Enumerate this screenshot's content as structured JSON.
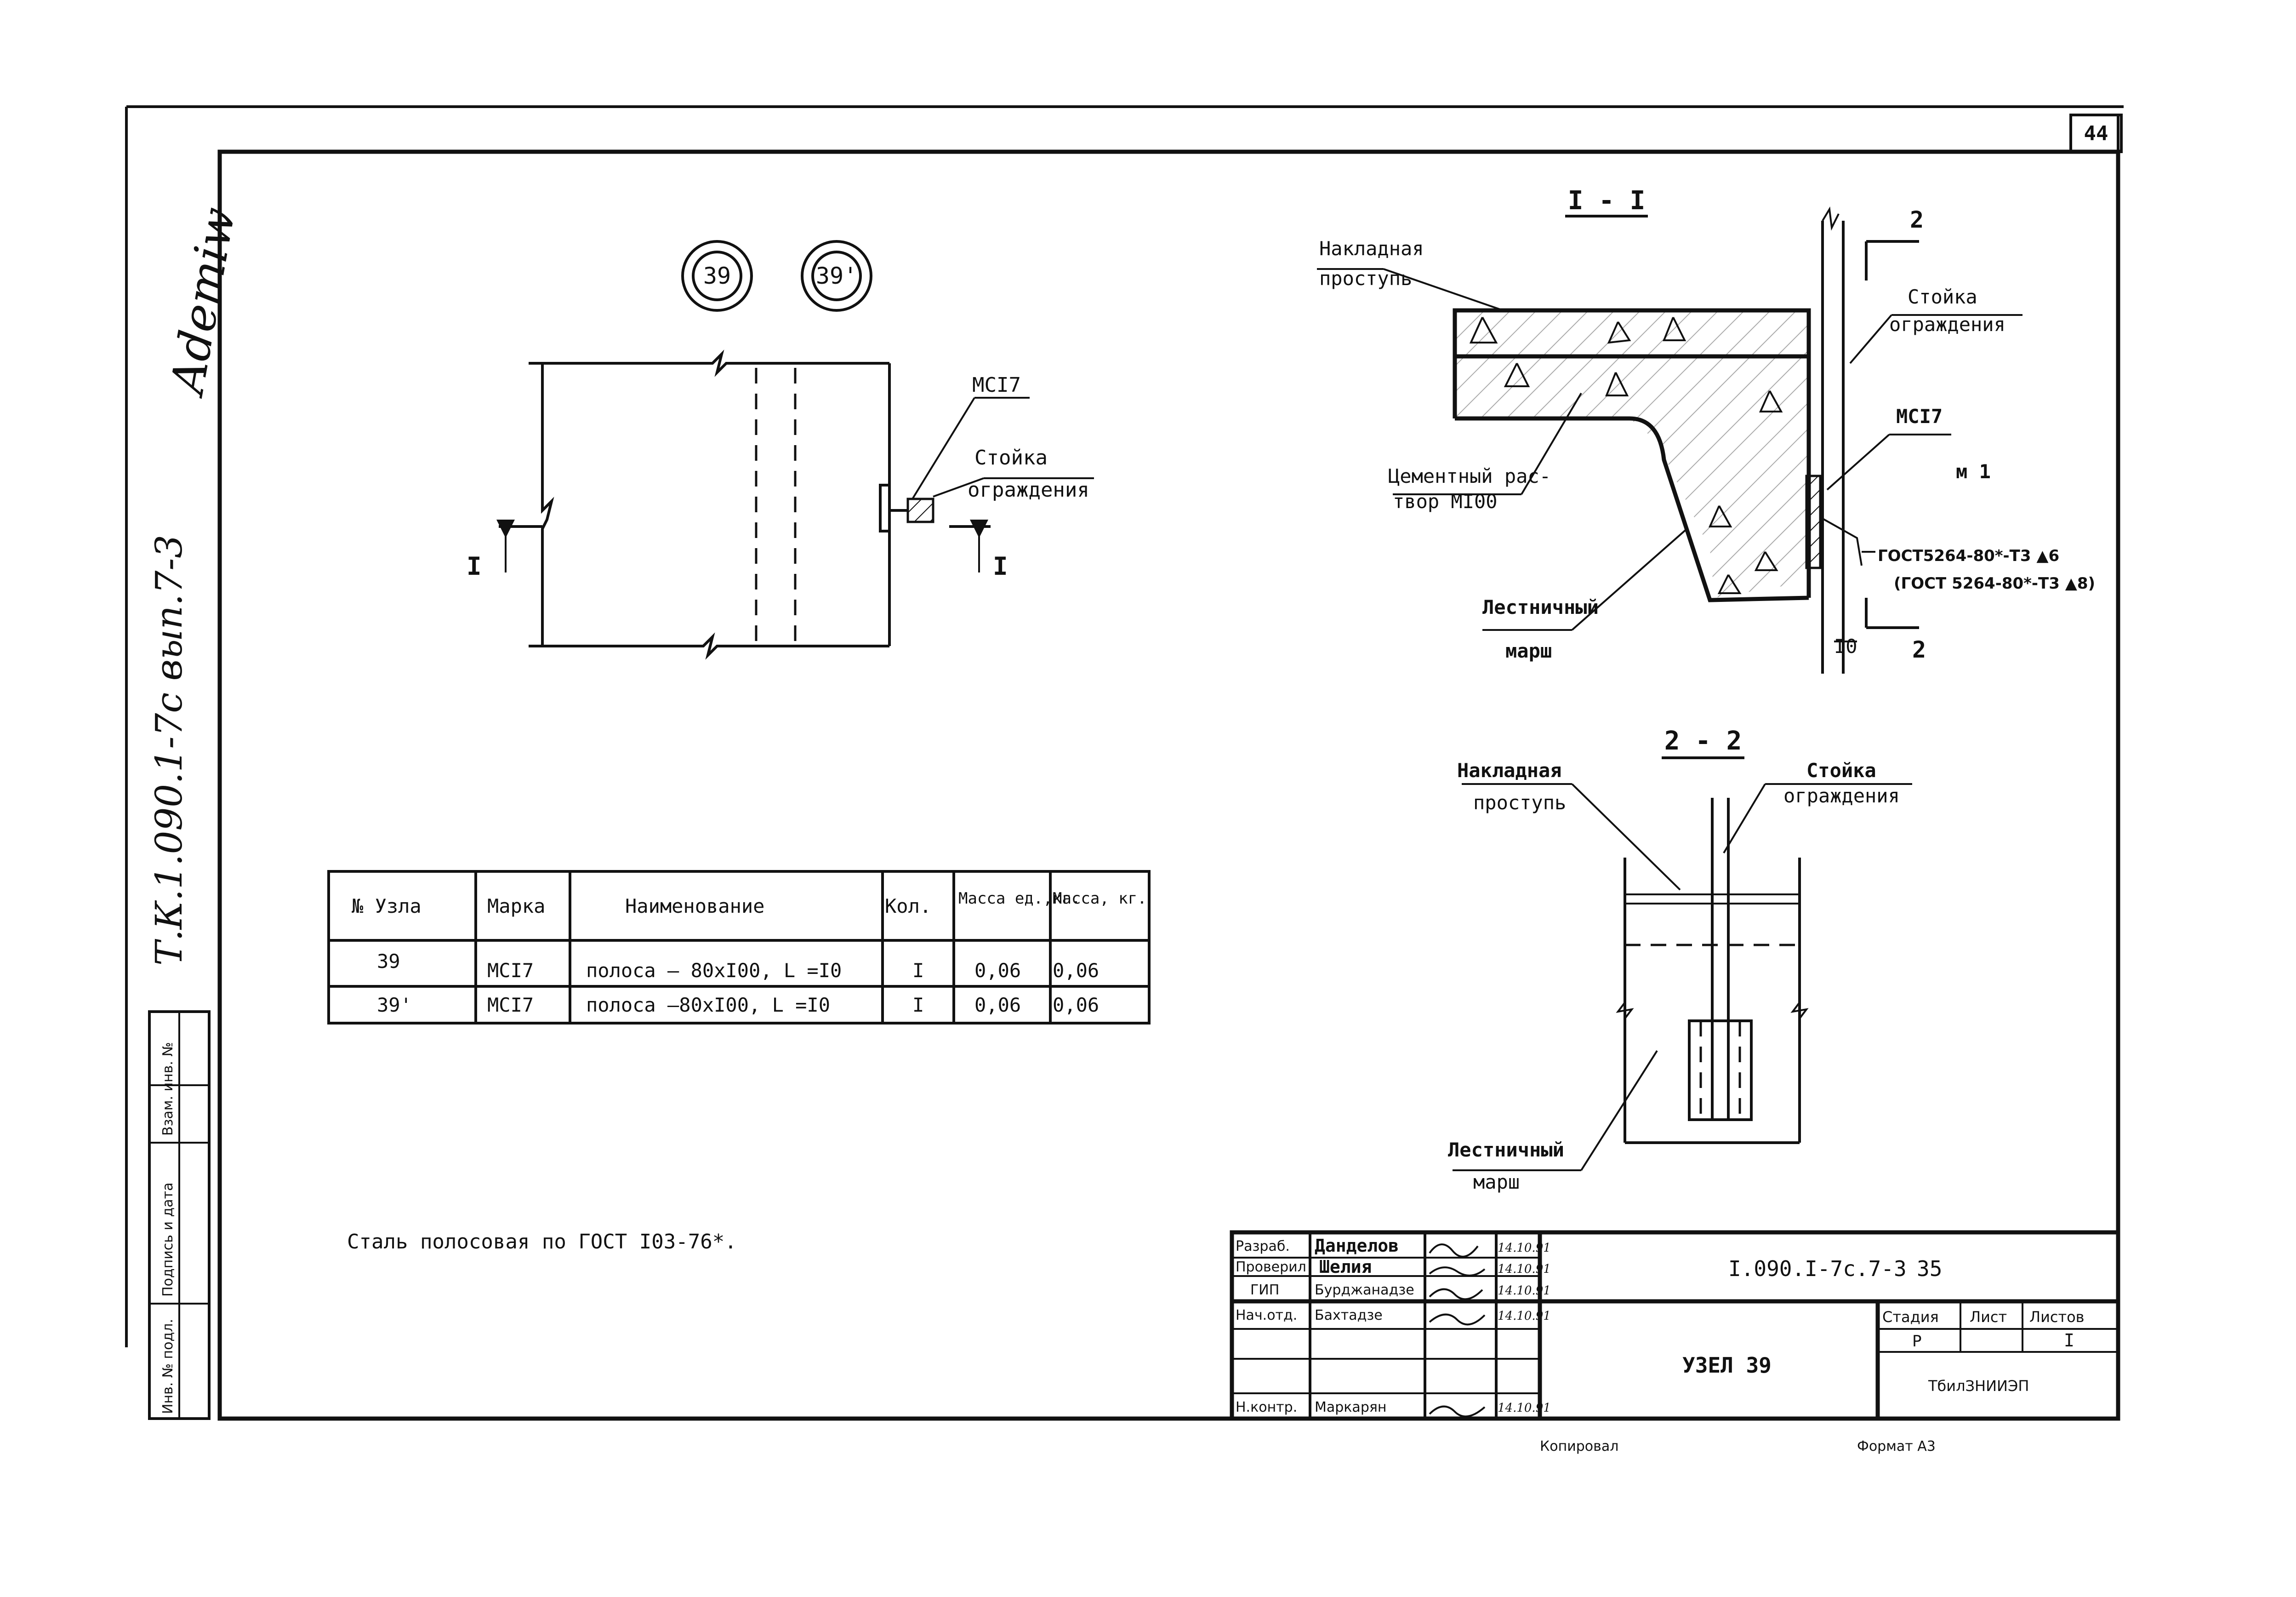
{
  "sheet": {
    "number": "44",
    "signature": "Ademiw"
  },
  "side_stamp": {
    "code": "Т.К.1.090.1-7с вып.7-3",
    "inv_no": "Инв. № подл.",
    "sign_date": "Подпись и дата",
    "replaces": "Взам. инв. №"
  },
  "plan": {
    "callouts": [
      "39",
      "39'"
    ],
    "mark_label": "МСI7",
    "post_label_1": "Стойка",
    "post_label_2": "ограждения",
    "section_mark": "I"
  },
  "spec_table": {
    "headers": [
      "№ Узла",
      "Марка",
      "Наименование",
      "Кол.",
      "Масса ед.,кг.",
      "Масса, кг."
    ],
    "rows": [
      [
        "39",
        "МСI7",
        "полоса – 80хI00,  L =I0",
        "I",
        "0,06",
        "0,06"
      ],
      [
        "39'",
        "МСI7",
        "полоса –80хI00,  L =I0",
        "I",
        "0,06",
        "0,06"
      ]
    ]
  },
  "note": "Сталь полосовая по ГОСТ I03-76*.",
  "section_1": {
    "title": "I - I",
    "tread_1": "Накладная",
    "tread_2": "проступь",
    "mortar_1": "Цементный рас-",
    "mortar_2": "твор МI00",
    "flight_1": "Лестничный",
    "flight_2": "марш",
    "post_1": "Стойка",
    "post_2": "ограждения",
    "mark": "МСI7",
    "weld": "м 1",
    "gost_1": "ГОСТ5264-80*-Т3 ▲6",
    "gost_2": "(ГОСТ 5264-80*-Т3 ▲8)",
    "dim": "I0",
    "cut_mark": "2"
  },
  "section_2": {
    "title": "2 - 2",
    "tread_1": "Накладная",
    "tread_2": "проступь",
    "post_1": "Стойка",
    "post_2": "ограждения",
    "flight_1": "Лестничный",
    "flight_2": "марш"
  },
  "title_block": {
    "roles": [
      "Разраб.",
      "Проверил",
      "ГИП",
      "Нач.отд.",
      "",
      "",
      "Н.контр."
    ],
    "names": [
      "Данделов",
      "Шелия",
      "Бурджанадзе",
      "Бахтадзе",
      "",
      "",
      "Маркарян"
    ],
    "dates": [
      "14.10.91",
      "14.10.91",
      "14.10.91",
      "14.10.91",
      "",
      "",
      "14.10.91"
    ],
    "designation": "I.090.I-7с.7-3",
    "page": "35",
    "title": "УЗЕЛ 39",
    "stage_label": "Стадия",
    "sheet_label": "Лист",
    "sheets_label": "Листов",
    "stage": "Р",
    "sheets": "I",
    "org": "ТбилЗНИИЭП"
  },
  "footer": {
    "copied": "Копировал",
    "format": "Формат А3"
  }
}
